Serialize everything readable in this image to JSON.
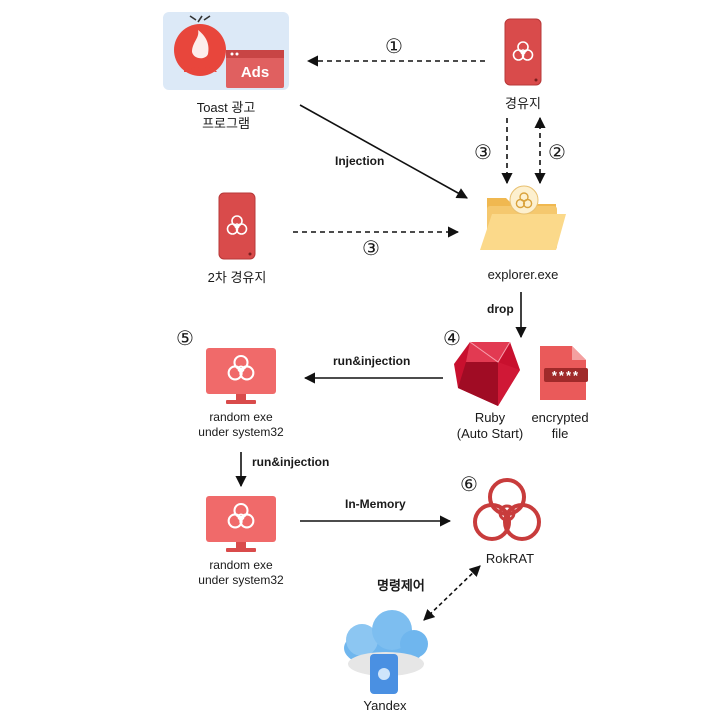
{
  "nodes": {
    "toast": {
      "badge_exploit": "Exploit",
      "badge_ads": "Ads",
      "label_line1": "Toast 광고",
      "label_line2": "프로그램"
    },
    "relay1": {
      "label": "경유지"
    },
    "relay2": {
      "label": "2차 경유지"
    },
    "explorer": {
      "label": "explorer.exe"
    },
    "ruby": {
      "label_line1": "Ruby",
      "label_line2": "(Auto Start)"
    },
    "encfile": {
      "label_line1": "encrypted",
      "label_line2": "file",
      "mask": "****"
    },
    "rand1": {
      "label_line1": "random exe",
      "label_line2": "under system32"
    },
    "rand2": {
      "label_line1": "random exe",
      "label_line2": "under system32"
    },
    "rokrat": {
      "label": "RokRAT"
    },
    "yandex": {
      "label": "Yandex"
    }
  },
  "edges": {
    "injection": "Injection",
    "drop": "drop",
    "run_injection_1": "run&injection",
    "run_injection_2": "run&injection",
    "in_memory": "In-Memory",
    "c2": "명령제어"
  },
  "steps": {
    "s1": "①",
    "s2": "②",
    "s3a": "③",
    "s3b": "③",
    "s4": "④",
    "s5": "⑤",
    "s6": "⑥"
  },
  "colors": {
    "phone_red": "#d94b4b",
    "monitor_red": "#f06a6a",
    "ruby_red": "#c8102e",
    "folder_yellow": "#f5c86e",
    "cloud_blue": "#6fb6ee",
    "toast_bg": "#dce9f7"
  }
}
